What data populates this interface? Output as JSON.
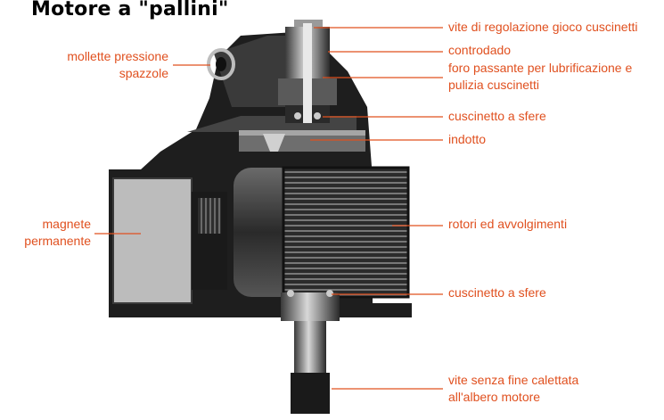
{
  "title": "Motore a \"pallini\"",
  "labels": {
    "mollette": [
      "mollette pressione",
      "spazzole"
    ],
    "vite_regolazione": "vite di regolazione gioco cuscinetti",
    "controdado": "controdado",
    "foro": [
      "foro passante per lubrificazione e",
      "pulizia cuscinetti"
    ],
    "cuscinetto_top": "cuscinetto a sfere",
    "indotto": "indotto",
    "magnete": [
      "magnete",
      "permanente"
    ],
    "rotori": "rotori ed avvolgimenti",
    "cuscinetto_bottom": "cuscinetto a sfere",
    "vite_senza_fine": [
      "vite senza fine calettata",
      "all'albero motore"
    ]
  },
  "colors": {
    "label": "#e0501f",
    "leader": "#e0501f",
    "background": "#ffffff",
    "motor_dark": "#1c1c1c",
    "motor_mid": "#4a4a4a",
    "metal": "#8a8a8a"
  }
}
